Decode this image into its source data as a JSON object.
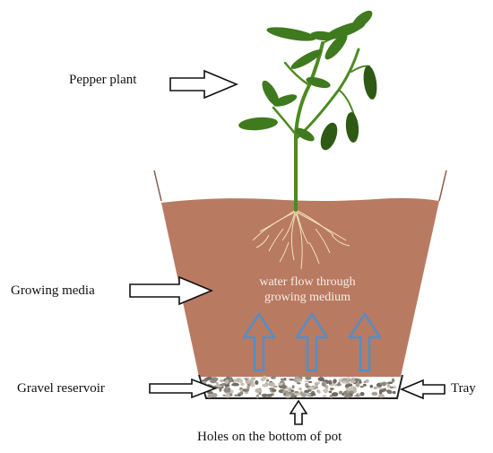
{
  "labels": {
    "pepper_plant": "Pepper plant",
    "growing_media": "Growing media",
    "gravel_reservoir": "Gravel reservoir",
    "tray": "Tray",
    "holes": "Holes on the bottom of pot"
  },
  "water_flow": {
    "line1": "water flow through",
    "line2": "growing medium"
  },
  "colors": {
    "soil": "#b97a62",
    "pot_edge": "#8b5a48",
    "flow_arrow": "#4f8fc9",
    "leaf": "#3f7a1e",
    "stem": "#4d8a22",
    "pepper": "#2f5a14",
    "gravel": "#9e968c",
    "roots": "#f1e1b8"
  }
}
